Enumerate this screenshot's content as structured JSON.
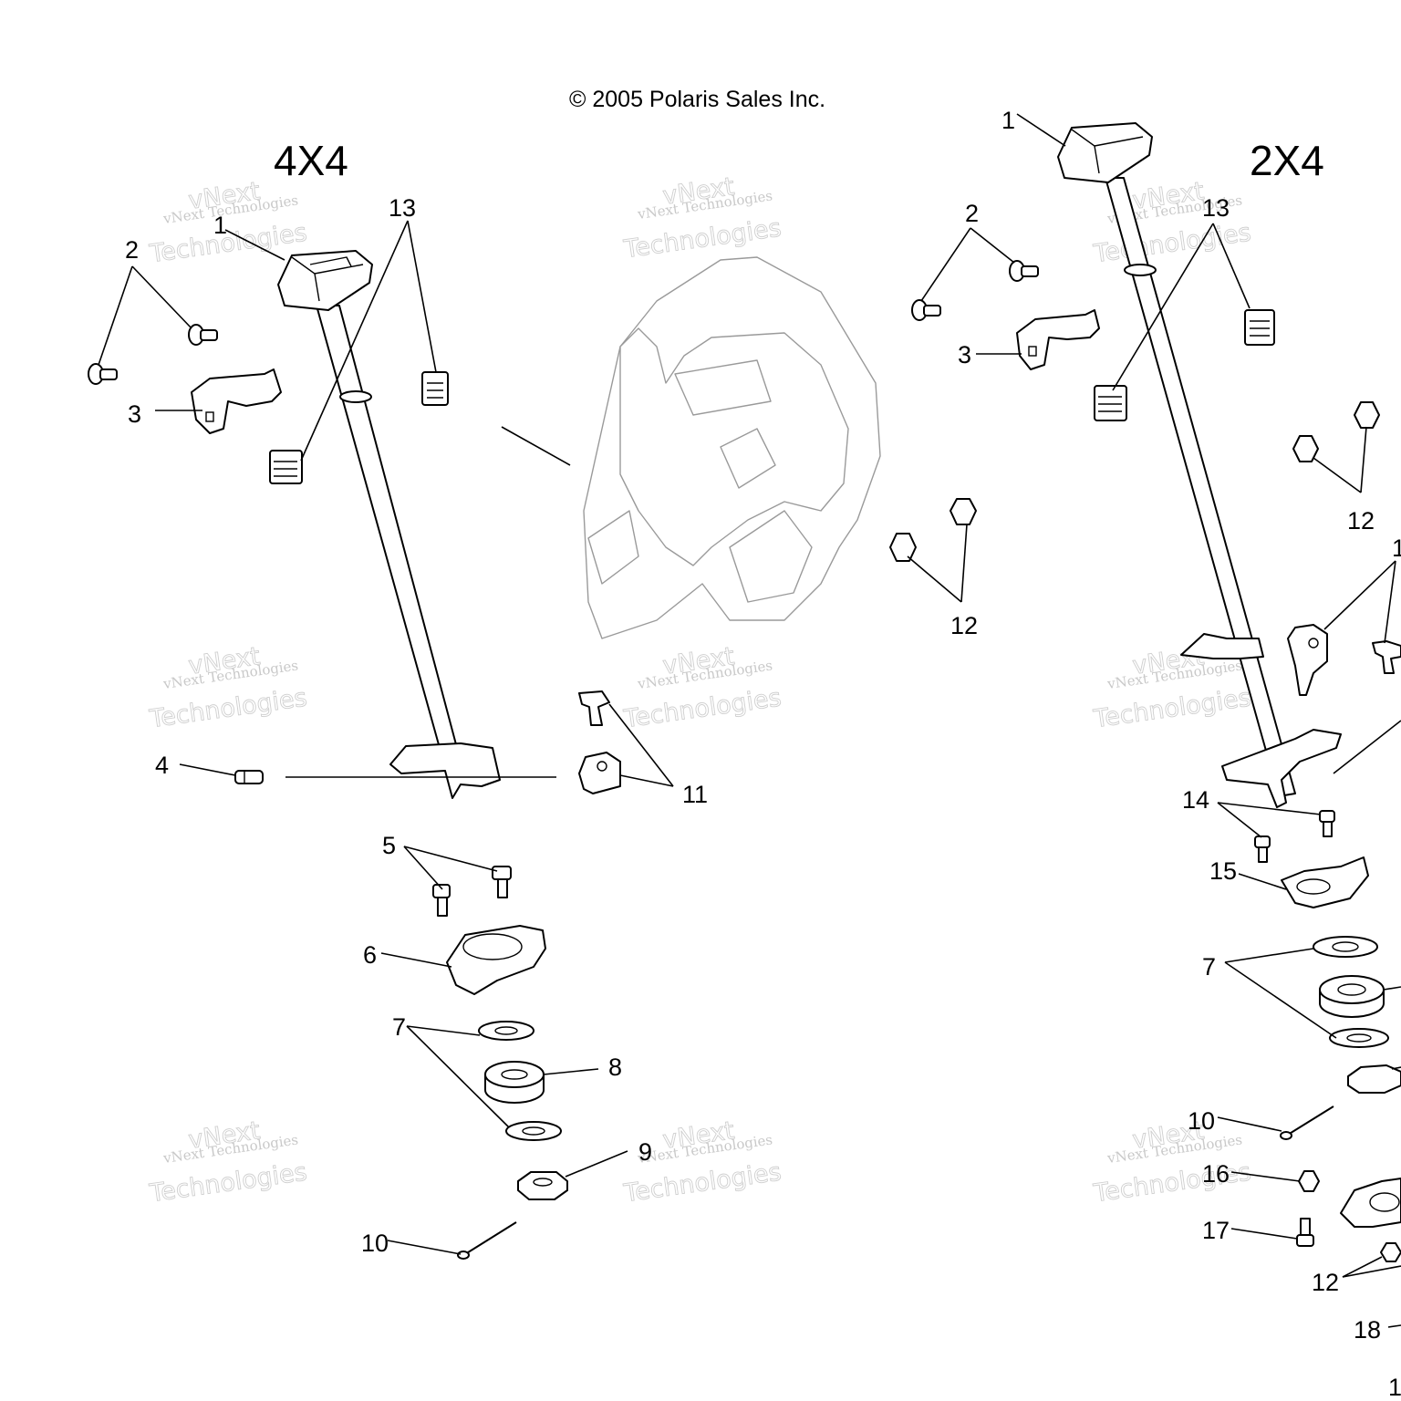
{
  "copyright": "© 2005 Polaris Sales Inc.",
  "assemblies": {
    "left_title": "4X4",
    "right_title": "2X4"
  },
  "watermark": {
    "small": "vNext Technologies",
    "word1": "vNext",
    "word2": "Technologies"
  },
  "callouts_left": [
    "1",
    "2",
    "3",
    "4",
    "5",
    "6",
    "7",
    "8",
    "9",
    "10",
    "11",
    "12",
    "13"
  ],
  "callouts_right": [
    "1",
    "2",
    "3",
    "7",
    "10",
    "12",
    "12",
    "13",
    "14",
    "15",
    "16",
    "17",
    "18",
    "1",
    "1"
  ]
}
